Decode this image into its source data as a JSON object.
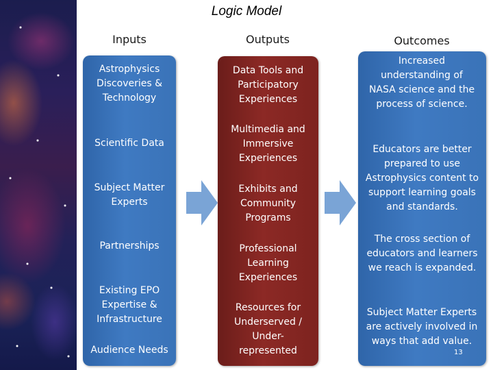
{
  "title": "Logic Model",
  "columns": {
    "inputs": {
      "header": "Inputs",
      "items": [
        "Astrophysics Discoveries & Technology",
        "Scientific Data",
        "Subject Matter Experts",
        "Partnerships",
        "Existing EPO Expertise & Infrastructure",
        "Audience Needs"
      ]
    },
    "outputs": {
      "header": "Outputs",
      "items": [
        "Data Tools and Participatory Experiences",
        "Multimedia and Immersive Experiences",
        "Exhibits and Community Programs",
        "Professional Learning Experiences",
        "Resources for Underserved / Under-represented"
      ]
    },
    "outcomes": {
      "header": "Outcomes",
      "items": [
        "Increased understanding of NASA science and the process of science.",
        "Educators are better prepared to use Astrophysics content to support learning goals and standards.",
        "The cross section of educators and learners we reach is expanded.",
        "Subject Matter Experts are actively involved in ways that add value."
      ]
    }
  },
  "page_number": "13",
  "colors": {
    "inputs_box": "#3a73b8",
    "outputs_box": "#8c2925",
    "outcomes_box": "#3a73b8",
    "arrow": "#7aa4d6"
  }
}
